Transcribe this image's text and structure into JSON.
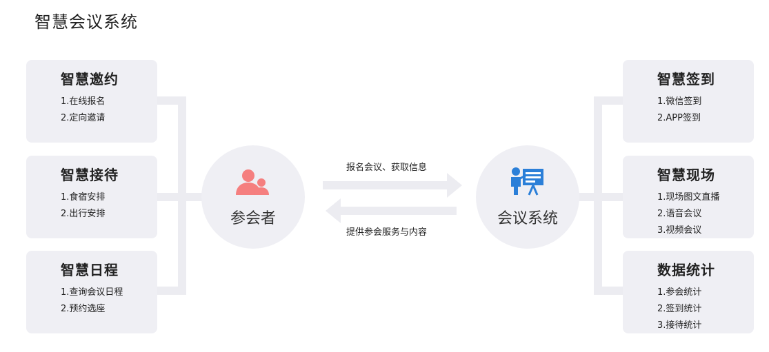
{
  "title": "智慧会议系统",
  "left_cards": [
    {
      "title": "智慧邀约",
      "items": [
        "1.在线报名",
        "2.定向邀请"
      ]
    },
    {
      "title": "智慧接待",
      "items": [
        "1.食宿安排",
        "2.出行安排"
      ]
    },
    {
      "title": "智慧日程",
      "items": [
        "1.查询会议日程",
        "2.预约选座"
      ]
    }
  ],
  "right_cards": [
    {
      "title": "智慧签到",
      "items": [
        "1.微信签到",
        "2.APP签到"
      ]
    },
    {
      "title": "智慧现场",
      "items": [
        "1.现场图文直播",
        "2.语音会议",
        "3.视频会议"
      ]
    },
    {
      "title": "数据统计",
      "items": [
        "1.参会统计",
        "2.签到统计",
        "3.接待统计"
      ]
    }
  ],
  "participant": {
    "label": "参会者",
    "icon": "people-icon",
    "icon_color": "#f57f7f"
  },
  "system": {
    "label": "会议系统",
    "icon": "presenter-board-icon",
    "icon_color": "#2b7fd8"
  },
  "arrows": {
    "forward_label": "报名会议、获取信息",
    "backward_label": "提供参会服务与内容"
  },
  "colors": {
    "card_bg": "#efeff4",
    "connector": "#ececf1"
  }
}
